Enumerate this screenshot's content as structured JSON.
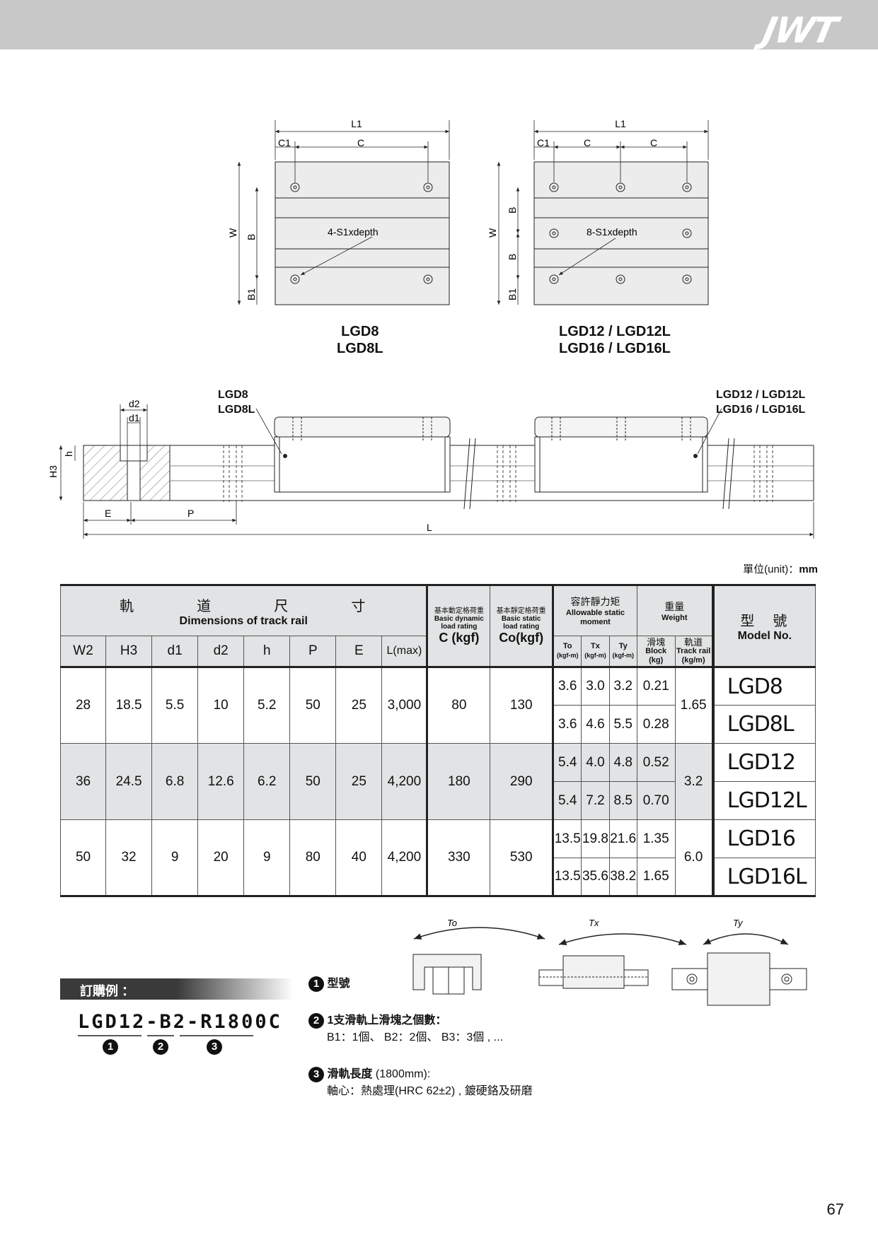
{
  "header": {
    "logo": "JWT"
  },
  "drawings": {
    "top_left": {
      "L1": "L1",
      "C1": "C1",
      "C": "C",
      "W": "W",
      "B": "B",
      "B1": "B1",
      "hole_note": "4-S1xdepth",
      "caption": [
        "LGD8",
        "LGD8L"
      ]
    },
    "top_right": {
      "L1": "L1",
      "C1": "C1",
      "C": "C",
      "W": "W",
      "B": "B",
      "B1": "B1",
      "hole_note": "8-S1xdepth",
      "caption": [
        "LGD12 / LGD12L",
        "LGD16 / LGD16L"
      ]
    },
    "side": {
      "left_label": [
        "LGD8",
        "LGD8L"
      ],
      "right_label": [
        "LGD12 / LGD12L",
        "LGD16 / LGD16L"
      ],
      "d2": "d2",
      "d1": "d1",
      "h": "h",
      "H3": "H3",
      "E": "E",
      "P": "P",
      "L": "L"
    },
    "moments": {
      "To": "To",
      "Tx": "Tx",
      "Ty": "Ty"
    }
  },
  "unit_note": {
    "prefix": "單位(unit)：",
    "value": "mm"
  },
  "table": {
    "rail_cn": [
      "軌",
      "道",
      "尺",
      "寸"
    ],
    "rail_en": "Dimensions of track rail",
    "dyn_cn": "基本動定格荷重",
    "dyn_en": [
      "Basic dynamic",
      "load rating"
    ],
    "dyn_unit": "C (kgf)",
    "static_cn": "基本靜定格荷重",
    "static_en": [
      "Basic static",
      "load rating"
    ],
    "static_unit": "Co(kgf)",
    "moment_cn": "容許靜力矩",
    "moment_en": "Allowable static moment",
    "weight_cn": "重量",
    "weight_en": "Weight",
    "model_cn": "型　號",
    "model_en": "Model No.",
    "cols": [
      "W2",
      "H3",
      "d1",
      "d2",
      "h",
      "P",
      "E",
      "L(max)"
    ],
    "mom_cols": [
      "To",
      "Tx",
      "Ty"
    ],
    "mom_unit": "(kgf-m)",
    "block_cn": "滑塊",
    "block_en": "Block",
    "block_unit": "(kg)",
    "rail_w_cn": "軌道",
    "rail_w_en": "Track rail",
    "rail_w_unit": "(kg/m)",
    "rows": [
      {
        "W2": "28",
        "H3": "18.5",
        "d1": "5.5",
        "d2": "10",
        "h": "5.2",
        "P": "50",
        "E": "25",
        "L": "3,000",
        "C": "80",
        "Co": "130",
        "rail_kg": "1.65",
        "sub": [
          {
            "To": "3.6",
            "Tx": "3.0",
            "Ty": "3.2",
            "block": "0.21",
            "model": "LGD8"
          },
          {
            "To": "3.6",
            "Tx": "4.6",
            "Ty": "5.5",
            "block": "0.28",
            "model": "LGD8L"
          }
        ]
      },
      {
        "W2": "36",
        "H3": "24.5",
        "d1": "6.8",
        "d2": "12.6",
        "h": "6.2",
        "P": "50",
        "E": "25",
        "L": "4,200",
        "C": "180",
        "Co": "290",
        "rail_kg": "3.2",
        "sub": [
          {
            "To": "5.4",
            "Tx": "4.0",
            "Ty": "4.8",
            "block": "0.52",
            "model": "LGD12"
          },
          {
            "To": "5.4",
            "Tx": "7.2",
            "Ty": "8.5",
            "block": "0.70",
            "model": "LGD12L"
          }
        ]
      },
      {
        "W2": "50",
        "H3": "32",
        "d1": "9",
        "d2": "20",
        "h": "9",
        "P": "80",
        "E": "40",
        "L": "4,200",
        "C": "330",
        "Co": "530",
        "rail_kg": "6.0",
        "sub": [
          {
            "To": "13.5",
            "Tx": "19.8",
            "Ty": "21.6",
            "block": "1.35",
            "model": "LGD16"
          },
          {
            "To": "13.5",
            "Tx": "35.6",
            "Ty": "38.2",
            "block": "1.65",
            "model": "LGD16L"
          }
        ]
      }
    ]
  },
  "order": {
    "title": "訂購例 ：",
    "code": "LGD12-B2-R1800C",
    "marks": [
      "1",
      "2",
      "3"
    ],
    "note1": {
      "num": "1",
      "title": "型號"
    },
    "note2": {
      "num": "2",
      "title": "1支滑軌上滑塊之個數：",
      "body": "B1：1個、 B2：2個、 B3：3個 , ..."
    },
    "note3": {
      "num": "3",
      "title": "滑軌長度",
      "title_suffix": "(1800mm):",
      "body": "軸心：熱處理(HRC 62±2) , 鍍硬鉻及研磨"
    }
  },
  "page_number": "67"
}
